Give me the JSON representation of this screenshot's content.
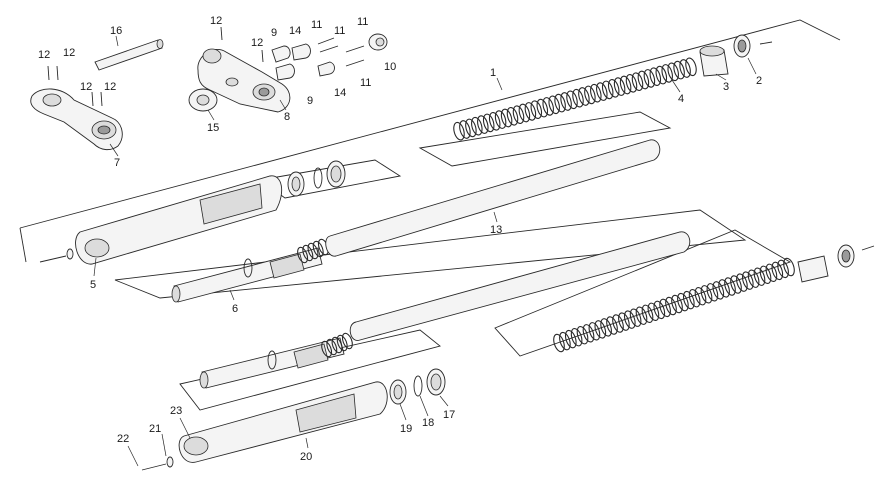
{
  "diagram": {
    "callouts": [
      {
        "id": "c1",
        "label": "1"
      },
      {
        "id": "c2",
        "label": "2"
      },
      {
        "id": "c3",
        "label": "3"
      },
      {
        "id": "c4",
        "label": "4"
      },
      {
        "id": "c5",
        "label": "5"
      },
      {
        "id": "c6",
        "label": "6"
      },
      {
        "id": "c7",
        "label": "7"
      },
      {
        "id": "c8",
        "label": "8"
      },
      {
        "id": "c9a",
        "label": "9"
      },
      {
        "id": "c9b",
        "label": "9"
      },
      {
        "id": "c10",
        "label": "10"
      },
      {
        "id": "c11a",
        "label": "11"
      },
      {
        "id": "c11b",
        "label": "11"
      },
      {
        "id": "c11c",
        "label": "11"
      },
      {
        "id": "c11d",
        "label": "11"
      },
      {
        "id": "c12a",
        "label": "12"
      },
      {
        "id": "c12b",
        "label": "12"
      },
      {
        "id": "c12c",
        "label": "12"
      },
      {
        "id": "c12d",
        "label": "12"
      },
      {
        "id": "c12e",
        "label": "12"
      },
      {
        "id": "c12f",
        "label": "12"
      },
      {
        "id": "c13",
        "label": "13"
      },
      {
        "id": "c14a",
        "label": "14"
      },
      {
        "id": "c14b",
        "label": "14"
      },
      {
        "id": "c15",
        "label": "15"
      },
      {
        "id": "c16",
        "label": "16"
      },
      {
        "id": "c17",
        "label": "17"
      },
      {
        "id": "c18",
        "label": "18"
      },
      {
        "id": "c19",
        "label": "19"
      },
      {
        "id": "c20",
        "label": "20"
      },
      {
        "id": "c21",
        "label": "21"
      },
      {
        "id": "c22",
        "label": "22"
      },
      {
        "id": "c23",
        "label": "23"
      }
    ]
  }
}
